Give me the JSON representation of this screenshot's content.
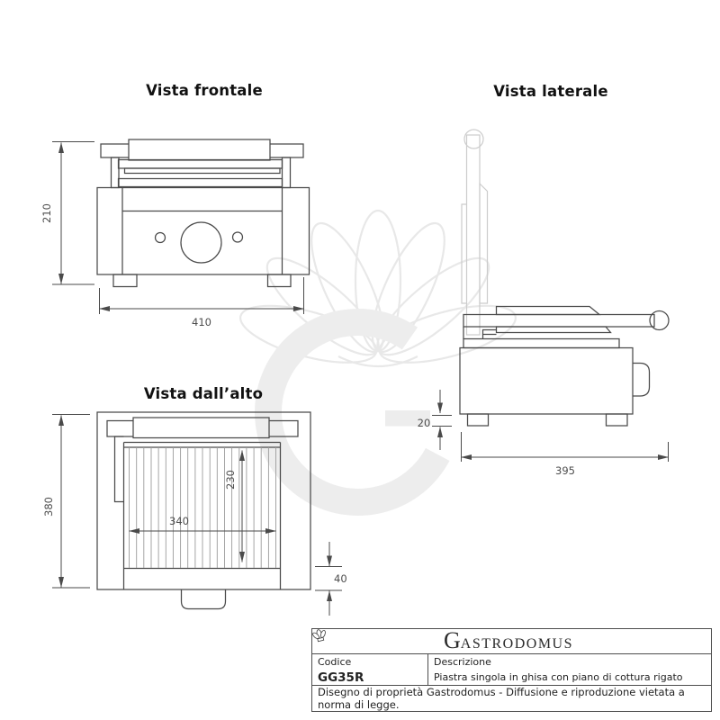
{
  "views": {
    "front": {
      "title": "Vista frontale",
      "dim_height": "210",
      "dim_width": "410"
    },
    "side": {
      "title": "Vista laterale",
      "dim_feet": "20",
      "dim_depth": "395"
    },
    "top": {
      "title": "Vista dall’alto",
      "dim_body_depth": "380",
      "dim_plate_width": "340",
      "dim_plate_depth": "230",
      "dim_front_edge": "40"
    }
  },
  "watermark": {
    "letter": "G"
  },
  "title_block": {
    "brand_initial": "G",
    "brand_rest": "ASTRODOMUS",
    "code_label": "Codice",
    "code_value": "GG35R",
    "description_label": "Descrizione",
    "description_value": "Piastra singola in ghisa con piano di cottura rigato",
    "legal_notice": "Disegno di proprietà Gastrodomus -  Diffusione e riproduzione vietata a norma di legge."
  },
  "colors": {
    "line": "#4a4a4a",
    "light_line": "#cccccc",
    "rib": "#9b9b9b",
    "watermark": "#ededed",
    "hat_line": "#e8e8e8",
    "dim_text": "#4d4d4d",
    "heading_text": "#111111",
    "block_border": "#4d4d4d",
    "block_text": "#222222"
  }
}
